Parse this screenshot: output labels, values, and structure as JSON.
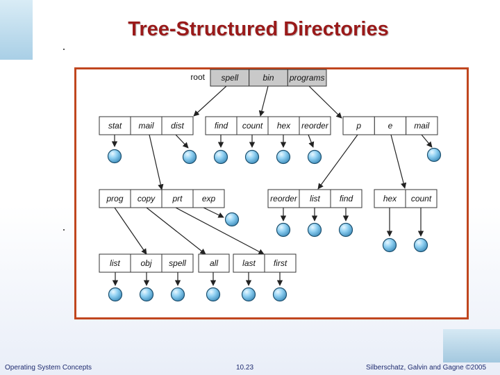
{
  "slide": {
    "title": "Tree-Structured Directories",
    "footer_left": "Operating System Concepts",
    "footer_center": "10.23",
    "footer_right": "Silberschatz, Galvin and Gagne ©2005"
  },
  "colors": {
    "title": "#9a1a1a",
    "frame_border": "#c0461e",
    "root_cell": "#c9c9c9",
    "node_fill": "#7fc7ee",
    "footer_text": "#1e2a6e"
  },
  "diagram": {
    "root_label": "root",
    "groups": [
      {
        "id": "root",
        "cells": [
          "spell",
          "bin",
          "programs"
        ]
      },
      {
        "id": "spell",
        "cells": [
          "stat",
          "mail",
          "dist"
        ]
      },
      {
        "id": "bin",
        "cells": [
          "find",
          "count",
          "hex",
          "reorder"
        ]
      },
      {
        "id": "programs",
        "cells": [
          "p",
          "e",
          "mail"
        ]
      },
      {
        "id": "mail",
        "cells": [
          "prog",
          "copy",
          "prt",
          "exp"
        ]
      },
      {
        "id": "p",
        "cells": [
          "reorder",
          "list",
          "find"
        ]
      },
      {
        "id": "e",
        "cells": [
          "hex",
          "count"
        ]
      },
      {
        "id": "prog",
        "cells": [
          "list",
          "obj",
          "spell"
        ]
      },
      {
        "id": "copy",
        "cells": [
          "all"
        ]
      },
      {
        "id": "prt",
        "cells": [
          "last",
          "first"
        ]
      }
    ]
  }
}
